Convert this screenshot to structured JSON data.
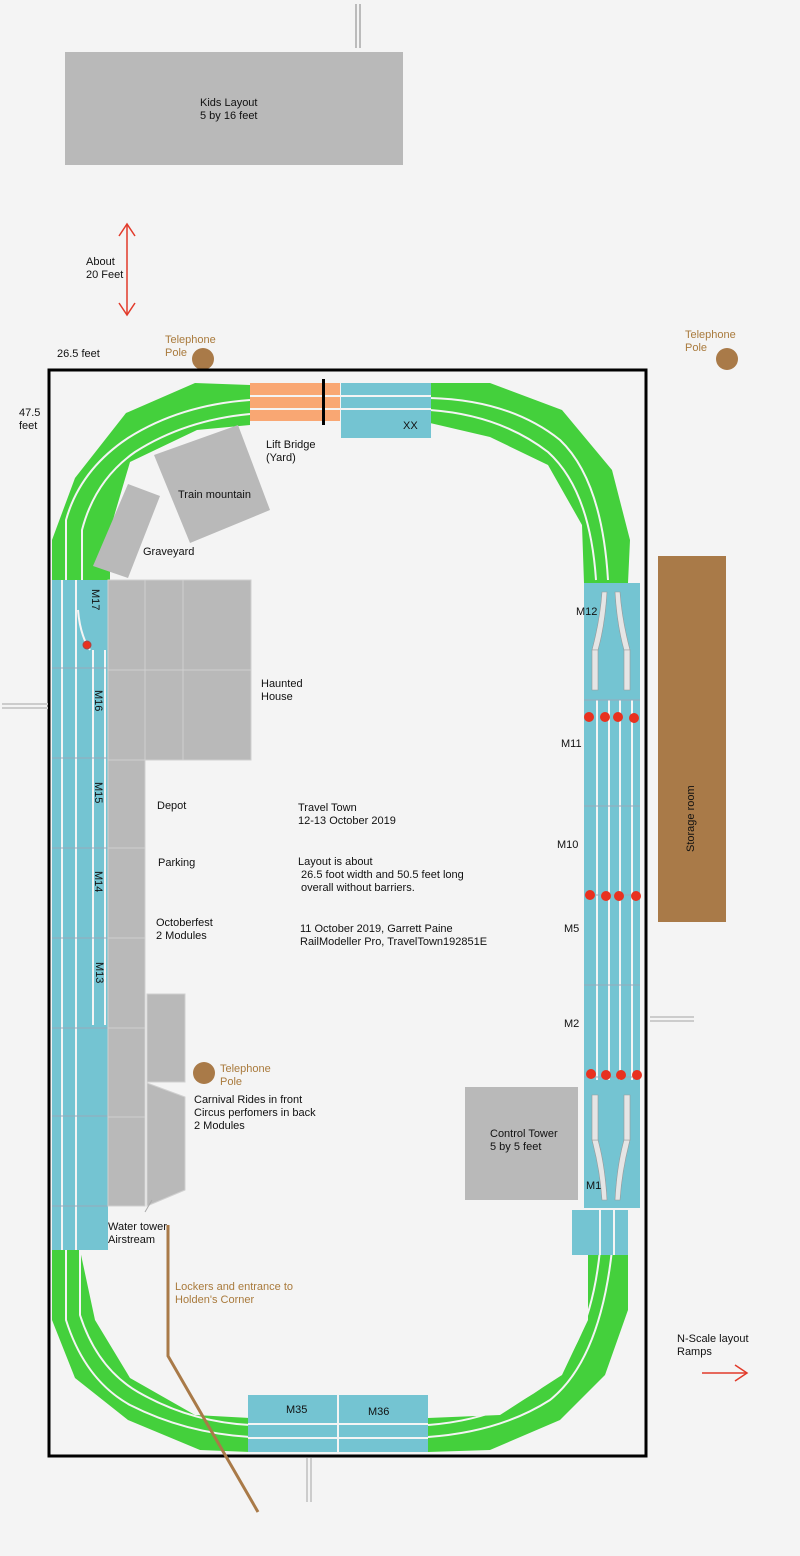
{
  "colors": {
    "background": "#f4f4f4",
    "track_green": "#44d03c",
    "module_blue": "#74c4d2",
    "lift_bridge_orange": "#f9a773",
    "building_gray": "#b9b9b9",
    "storage_brown": "#a97a48",
    "pole_brown": "#a97a48",
    "marker_red": "#e8311f",
    "arrow_red": "#e23a2a",
    "outline_black": "#000000"
  },
  "labels": {
    "kids_layout": "Kids Layout\n5 by 16 feet",
    "about_distance": "About\n20 Feet",
    "telephone_pole_top_left": "Telephone\nPole",
    "telephone_pole_top_right": "Telephone\nPole",
    "telephone_pole_center": "Telephone\nPole",
    "width_dimension": "26.5 feet",
    "height_dimension": "47.5\nfeet",
    "lift_bridge": "Lift Bridge\n(Yard)",
    "train_mountain": "Train mountain",
    "graveyard": "Graveyard",
    "haunted_house": "Haunted\nHouse",
    "depot": "Depot",
    "parking": "Parking",
    "octoberfest": "Octoberfest\n2 Modules",
    "carnival": "Carnival Rides in front\nCircus perfomers in back\n2 Modules",
    "water_tower": "Water tower\nAirstream",
    "lockers": "Lockers and entrance to\nHolden's Corner",
    "control_tower": "Control Tower\n5 by 5 feet",
    "storage_room": "Storage room",
    "n_scale": "N-Scale layout\nRamps",
    "info_title": "Travel Town\n12-13 October 2019",
    "info_size": "Layout is about\n 26.5 foot width and 50.5 feet long\n overall without barriers.",
    "info_credit": "11 October 2019, Garrett Paine\nRailModeller Pro, TravelTown192851E"
  },
  "modules": {
    "xx": "XX",
    "m1": "M1",
    "m2": "M2",
    "m5": "M5",
    "m10": "M10",
    "m11": "M11",
    "m12": "M12",
    "m13": "M13",
    "m14": "M14",
    "m15": "M15",
    "m16": "M16",
    "m17": "M17",
    "m35": "M35",
    "m36": "M36"
  }
}
